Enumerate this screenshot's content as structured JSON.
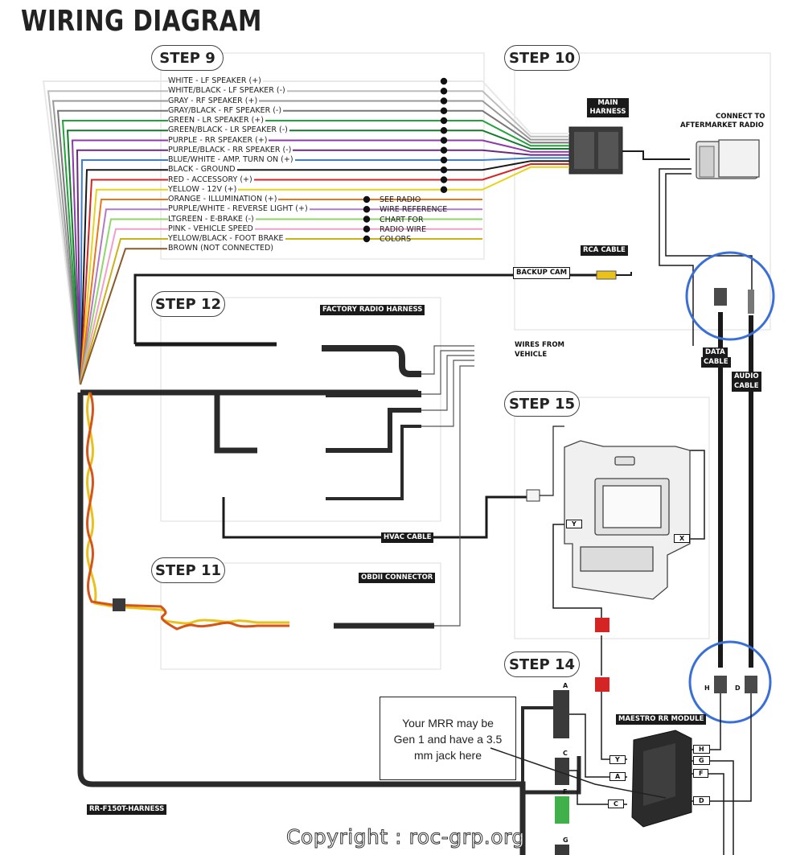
{
  "title": "WIRING DIAGRAM",
  "steps": {
    "step9": "STEP 9",
    "step10": "STEP 10",
    "step12": "STEP 12",
    "step15": "STEP 15",
    "step11": "STEP 11",
    "step14": "STEP 14"
  },
  "wires": [
    {
      "label": "WHITE - LF SPEAKER (+)",
      "color": "#e8e8e8"
    },
    {
      "label": "WHITE/BLACK - LF SPEAKER (-)",
      "color": "#bdbdbd"
    },
    {
      "label": "GRAY - RF SPEAKER (+)",
      "color": "#9a9a9a"
    },
    {
      "label": "GRAY/BLACK - RF SPEAKER (-)",
      "color": "#777777"
    },
    {
      "label": "GREEN - LR SPEAKER (+)",
      "color": "#1fa33a"
    },
    {
      "label": "GREEN/BLACK - LR SPEAKER (-)",
      "color": "#137a2a"
    },
    {
      "label": "PURPLE - RR SPEAKER (+)",
      "color": "#8e3aa8"
    },
    {
      "label": "PURPLE/BLACK - RR SPEAKER (-)",
      "color": "#6a2a80"
    },
    {
      "label": "BLUE/WHITE - AMP. TURN ON (+)",
      "color": "#3b7fd0"
    },
    {
      "label": "BLACK - GROUND",
      "color": "#1a1a1a"
    },
    {
      "label": "RED - ACCESSORY (+)",
      "color": "#d42424"
    },
    {
      "label": "YELLOW - 12V (+)",
      "color": "#e8d21a"
    },
    {
      "label": "ORANGE - ILLUMINATION (+)",
      "color": "#e8761a"
    },
    {
      "label": "PURPLE/WHITE - REVERSE LIGHT (+)",
      "color": "#b07ac8"
    },
    {
      "label": "LTGREEN - E-BRAKE (-)",
      "color": "#8fd66a"
    },
    {
      "label": "PINK - VEHICLE SPEED",
      "color": "#f0a0c8"
    },
    {
      "label": "YELLOW/BLACK - FOOT BRAKE",
      "color": "#c9b21a"
    },
    {
      "label": "BROWN (NOT CONNECTED)",
      "color": "#8a5a2a"
    }
  ],
  "see_radio": [
    "SEE RADIO",
    "WIRE REFERENCE",
    "CHART FOR",
    "RADIO WIRE",
    "COLORS"
  ],
  "labels": {
    "main_harness": "MAIN HARNESS",
    "connect_to": "CONNECT TO",
    "aftermarket_radio": "AFTERMARKET RADIO",
    "rca_cable": "RCA CABLE",
    "backup_cam": "BACKUP CAM",
    "factory_radio_harness": "FACTORY RADIO HARNESS",
    "wires_from": "WIRES FROM",
    "vehicle": "VEHICLE",
    "data": "DATA",
    "data_cable": "CABLE",
    "audio": "AUDIO",
    "audio_cable": "CABLE",
    "hvac_cable": "HVAC CABLE",
    "obdii_connector": "OBDII CONNECTOR",
    "maestro_module": "MAESTRO RR MODULE",
    "harness_name": "RR-F150T-HARNESS"
  },
  "letters": {
    "y": "Y",
    "x": "X",
    "a": "A",
    "c": "C",
    "f": "F",
    "g": "G",
    "h": "H",
    "d": "D"
  },
  "note": {
    "line1": "Your MRR may be",
    "line2": "Gen 1 and have a 3.5",
    "line3": "mm jack here"
  },
  "copyright": "Copyright : roc-grp.org",
  "colors": {
    "highlight": "#3a6fd8",
    "cable": "#1a1a1a",
    "twisted_a": "#e8c21a",
    "twisted_b": "#d4541a"
  }
}
